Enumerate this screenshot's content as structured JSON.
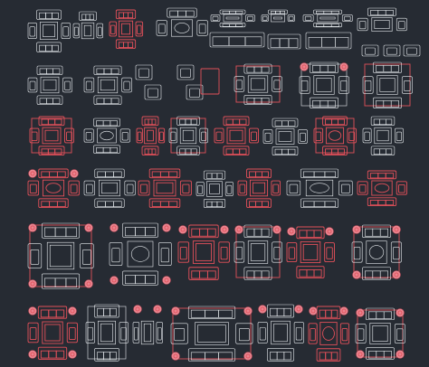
{
  "colors": {
    "background": "#262b33",
    "line_white": "#e8ecef",
    "line_red": "#e2505a",
    "fill_pink": "#e88590"
  },
  "icons": [
    "sofa-set-block",
    "armchair-block",
    "coffee-table-block",
    "rug-block",
    "plant-block"
  ]
}
